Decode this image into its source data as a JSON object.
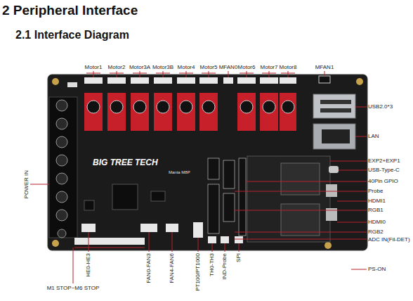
{
  "diagram": {
    "title": "2 Peripheral Interface",
    "labels": [
      "2.1 Interface Diagram",
      "Motor1",
      "Motor2",
      "Motor3A",
      "Motor3B",
      "Motor4",
      "Motor5",
      "MFAN0",
      "Motor6",
      "Motor7",
      "Motor8",
      "MFAN1",
      "USB2.0*3",
      "LAN",
      "EXP2+EXP1",
      "USB-Type-C",
      "40Pin GPIO",
      "Probe",
      "HDMI1",
      "RGB1",
      "HDMI0",
      "RGB2",
      "ADC IN(Fil-DET)",
      "PS-ON",
      "POWER IN",
      "M1 STOP~M6 STOP",
      "HE0-HE3",
      "FAN0-FAN3",
      "FAN4-FAN6",
      "PT100/PT1000",
      "TH0-TH3",
      "IND-Probe",
      "SPI",
      "BIG TREE TECH",
      "Manta M8P"
    ]
  }
}
